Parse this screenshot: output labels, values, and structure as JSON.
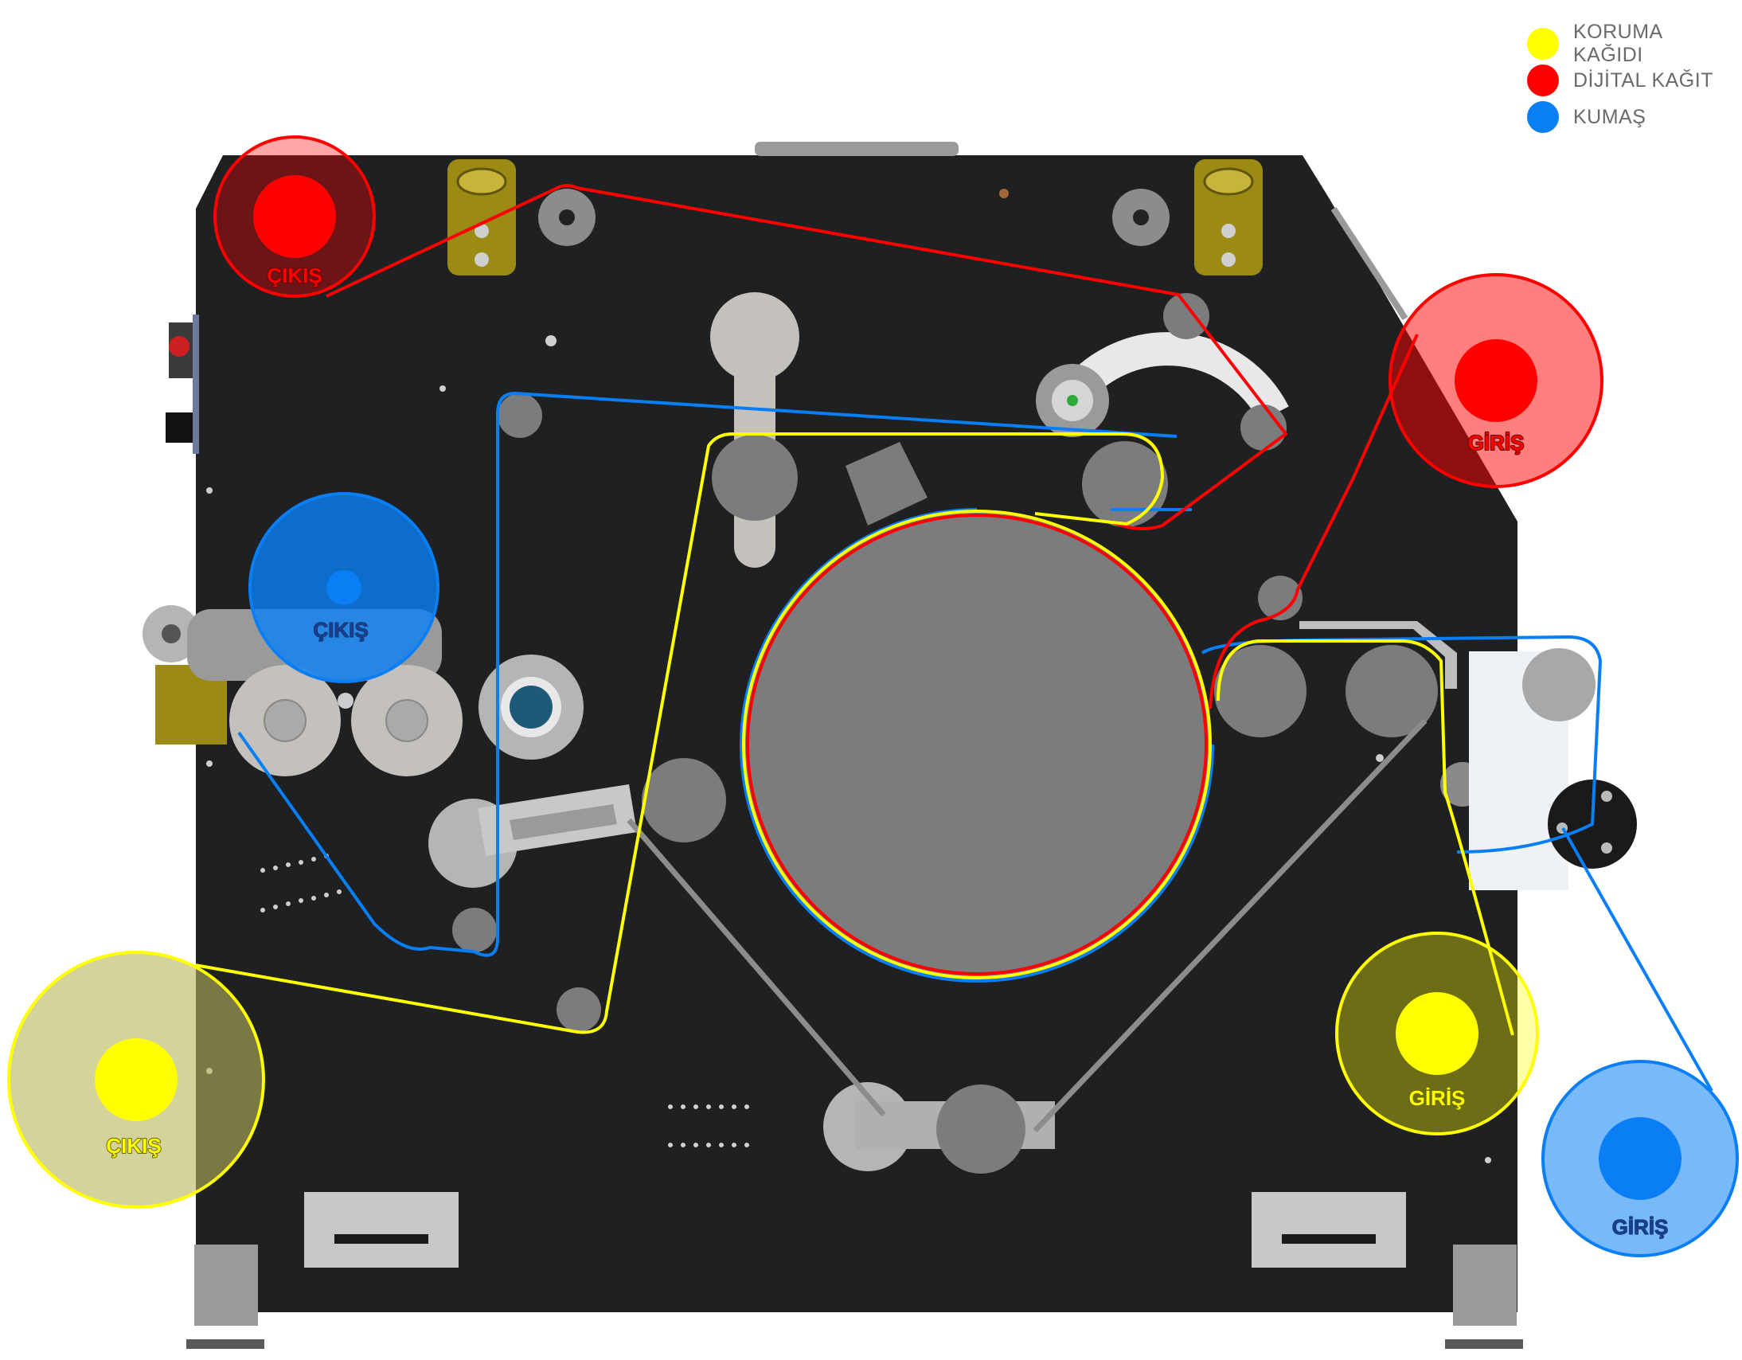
{
  "legend": [
    {
      "label": "KORUMA KAĞIDI",
      "color": "#ffff00"
    },
    {
      "label": "DİJİTAL KAĞIT",
      "color": "#ff0000"
    },
    {
      "label": "KUMAŞ",
      "color": "#0a7ff5"
    }
  ],
  "rolls": {
    "red_out": {
      "label": "ÇIKIŞ",
      "color": "#ff0000"
    },
    "red_in": {
      "label": "GİRİŞ",
      "color": "#ff0000"
    },
    "blue_out": {
      "label": "ÇIKIŞ",
      "color": "#0a7ff5"
    },
    "blue_in": {
      "label": "GİRİŞ",
      "color": "#0a7ff5"
    },
    "yellow_out": {
      "label": "ÇIKIŞ",
      "color": "#ffff00"
    },
    "yellow_in": {
      "label": "GİRİŞ",
      "color": "#ffff00"
    }
  },
  "colors": {
    "machine_body": "#1e2022",
    "roller": "#7a7c7e",
    "light_part": "#b8b8b8",
    "bracket_gold": "#9b8a14",
    "fabric_path": "#0a7ff5",
    "paper_path": "#ff0000",
    "protection_path": "#ffff00",
    "belt": "#8c8c8c"
  }
}
